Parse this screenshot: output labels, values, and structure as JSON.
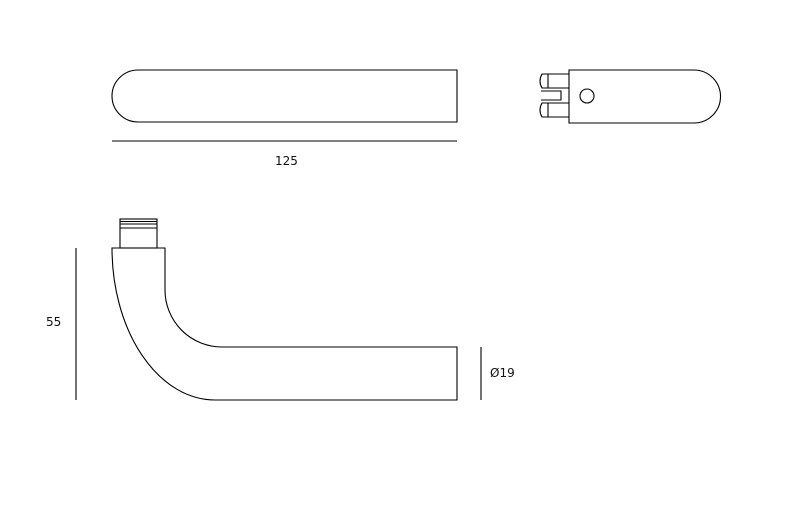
{
  "drawing": {
    "dimensions": {
      "length": "125",
      "height": "55",
      "diameter": "Ø19"
    },
    "colors": {
      "line": "#000000",
      "background": "#ffffff"
    }
  }
}
